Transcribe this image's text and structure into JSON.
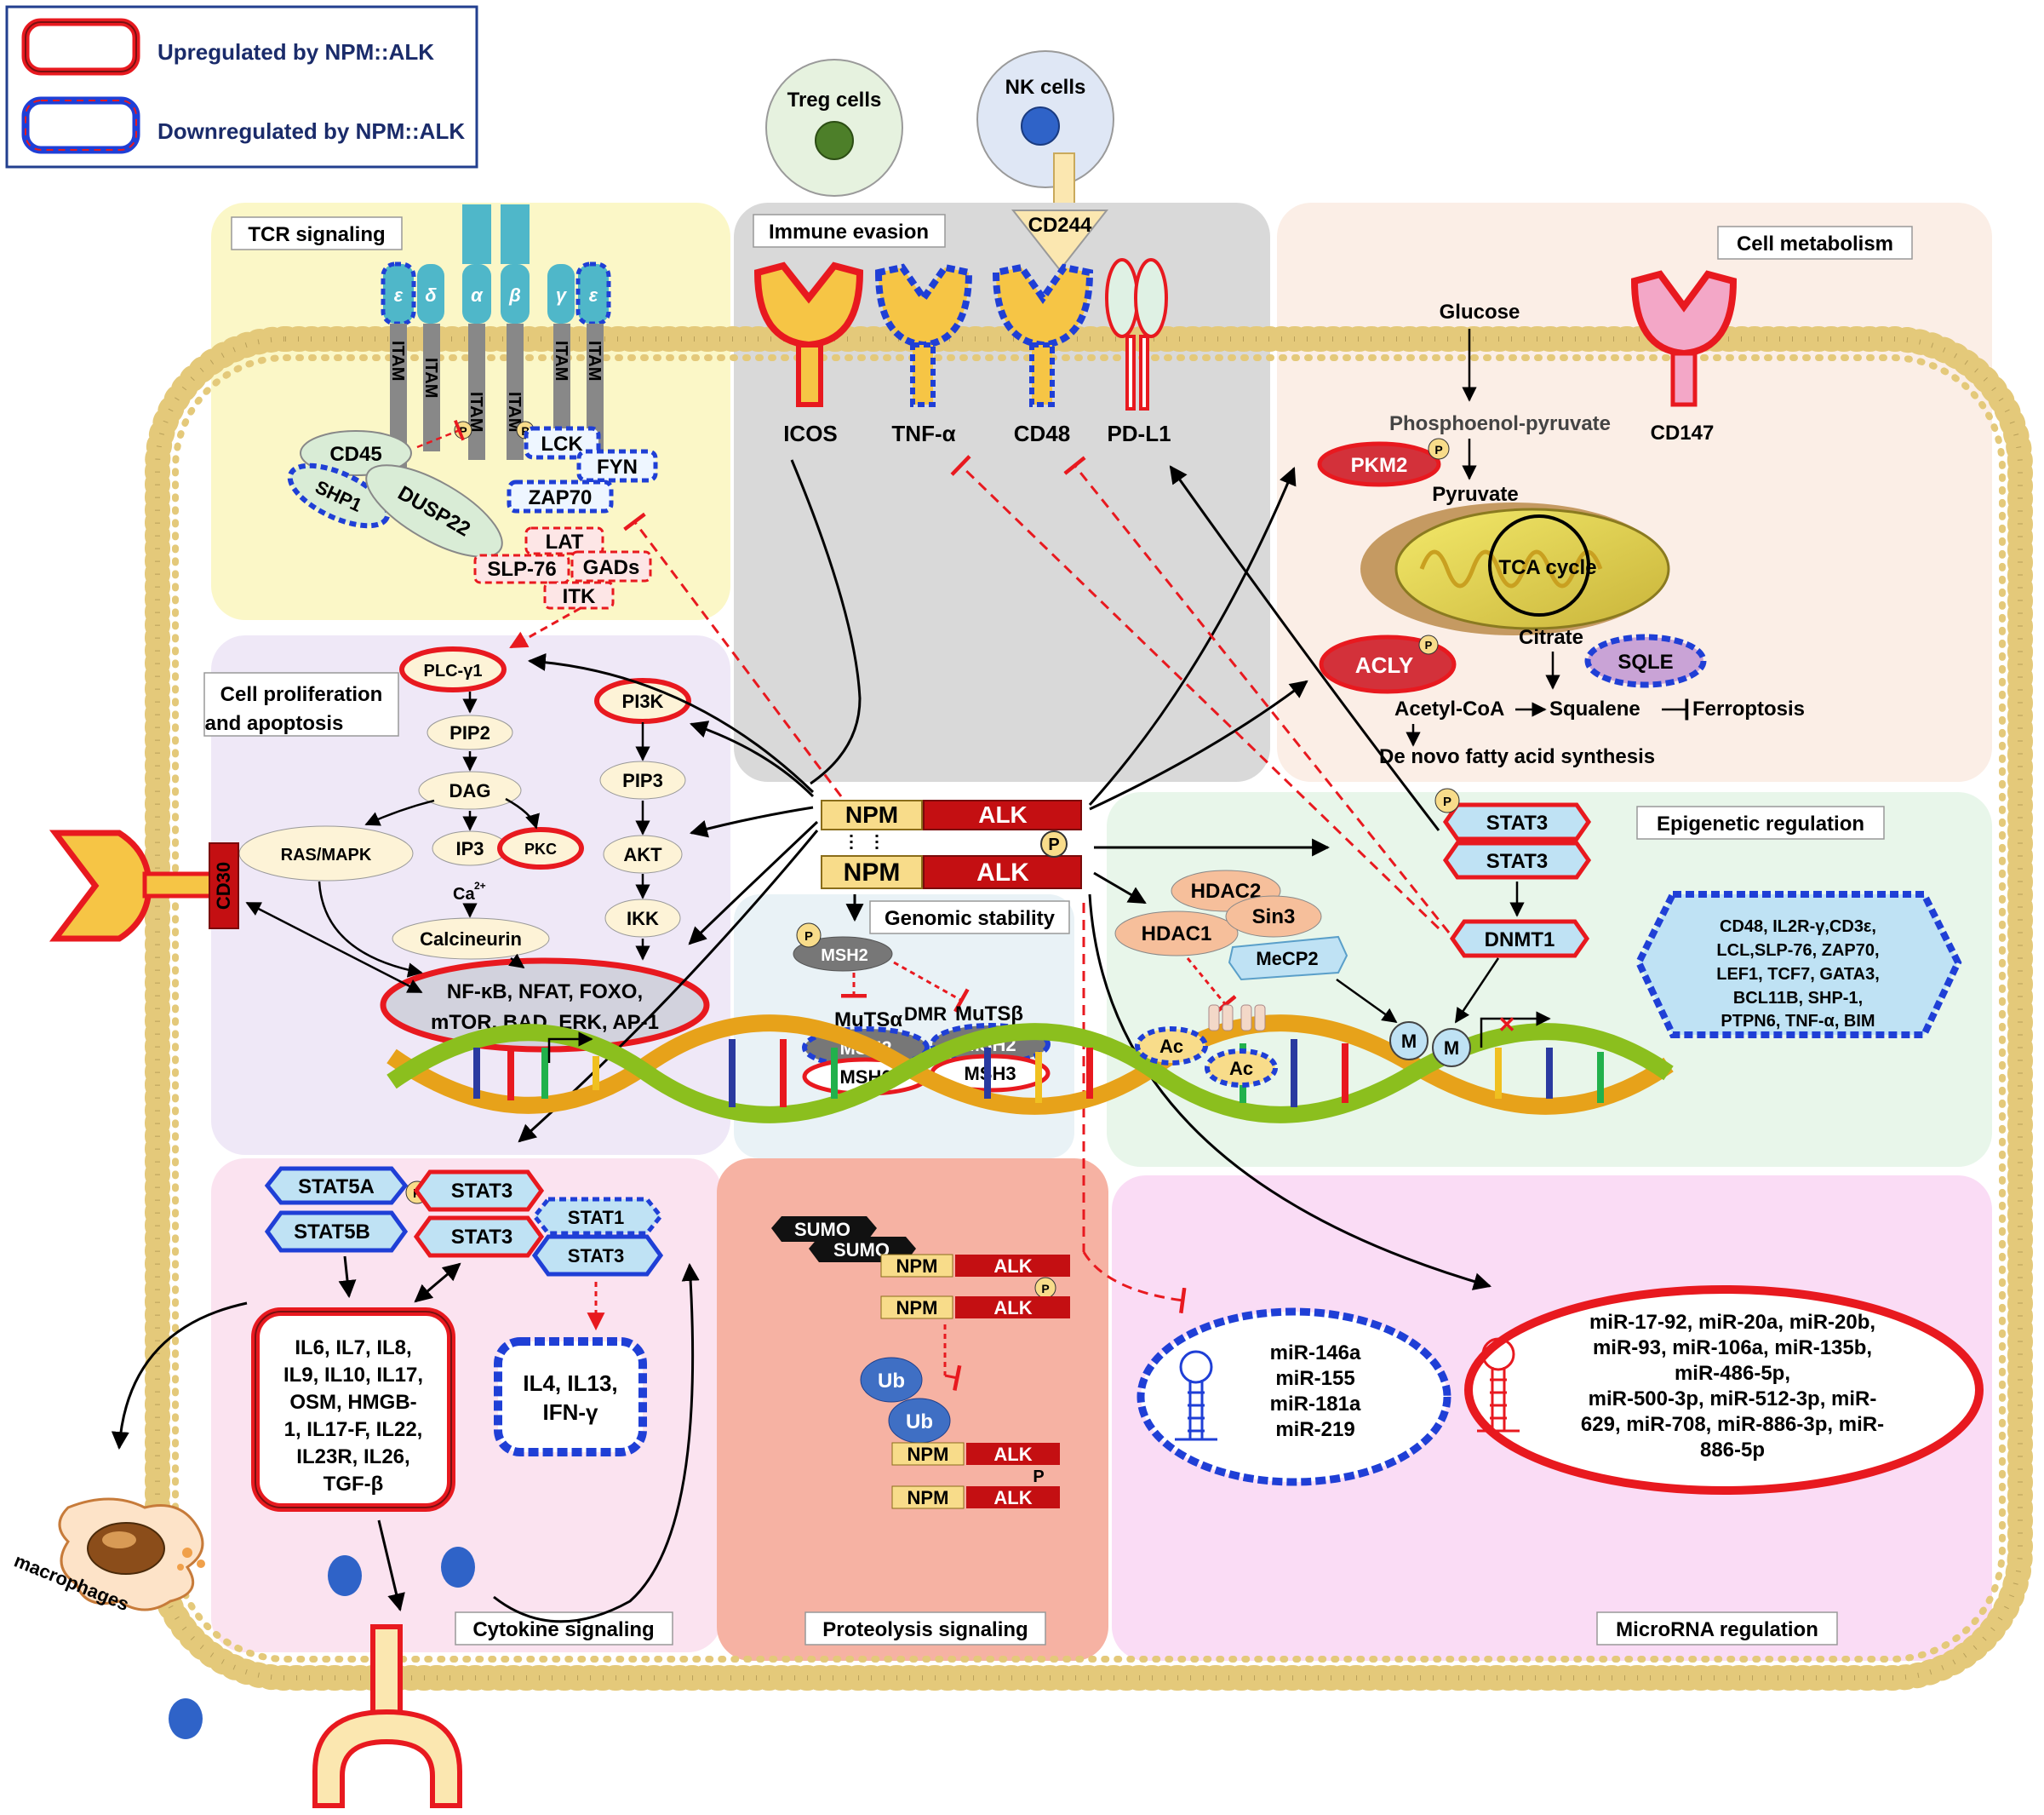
{
  "legend": {
    "up": "Upregulated by NPM::ALK",
    "down": "Downregulated by NPM::ALK"
  },
  "cells": {
    "treg": "Treg cells",
    "nk": "NK cells",
    "macrophages": "macrophages"
  },
  "panels": {
    "tcr": "TCR signaling",
    "immune": "Immune evasion",
    "metabolism": "Cell metabolism",
    "prolif_line1": "Cell proliferation",
    "prolif_line2": "and apoptosis",
    "genomic": "Genomic stability",
    "epigenetic": "Epigenetic regulation",
    "cytokine": "Cytokine signaling",
    "proteolysis": "Proteolysis signaling",
    "microrna": "MicroRNA regulation"
  },
  "tcr": {
    "chain_epsilon": "ε",
    "chain_delta": "δ",
    "chain_alpha": "α",
    "chain_beta": "β",
    "chain_gamma": "γ",
    "itam": "ITAM",
    "p": "P",
    "cd45": "CD45",
    "shp1": "SHP1",
    "dusp22": "DUSP22",
    "lck": "LCK",
    "fyn": "FYN",
    "zap70": "ZAP70",
    "lat": "LAT",
    "slp76": "SLP-76",
    "gads": "GADs",
    "itk": "ITK"
  },
  "immune": {
    "cd244": "CD244",
    "icos": "ICOS",
    "tnfa": "TNF-α",
    "cd48": "CD48",
    "pdl1": "PD-L1"
  },
  "metabolism": {
    "glucose": "Glucose",
    "pep": "Phosphoenol-pyruvate",
    "pkm2": "PKM2",
    "pyruvate": "Pyruvate",
    "tca": "TCA cycle",
    "citrate": "Citrate",
    "acly": "ACLY",
    "sqle": "SQLE",
    "acetyl": "Acetyl-CoA",
    "squalene": "Squalene",
    "ferroptosis": "Ferroptosis",
    "denovo": "De novo fatty acid synthesis",
    "cd147": "CD147",
    "p": "P"
  },
  "prolif": {
    "plcg1": "PLC-γ1",
    "pip2": "PIP2",
    "dag": "DAG",
    "rasmapk": "RAS/MAPK",
    "ip3": "IP3",
    "pkc": "PKC",
    "ca": "Ca",
    "ca_sup": "2+",
    "calcineurin": "Calcineurin",
    "pi3k": "PI3K",
    "pip3": "PIP3",
    "akt": "AKT",
    "ikk": "IKK",
    "tf_line1": "NF-κB, NFAT, FOXO,",
    "tf_line2": "mTOR, BAD, ERK, AP-1",
    "cd30": "CD30"
  },
  "core": {
    "npm": "NPM",
    "alk": "ALK",
    "p": "P"
  },
  "genomic": {
    "msh2": "MSH2",
    "mutsa": "MuTSα",
    "dmr": "DMR",
    "mutsb": "MuTSβ",
    "msh6": "MSH6",
    "msh3": "MSH3",
    "p": "P"
  },
  "epigenetic": {
    "stat3": "STAT3",
    "dnmt1": "DNMT1",
    "hdac2": "HDAC2",
    "hdac1": "HDAC1",
    "sin3": "Sin3",
    "mecp2": "MeCP2",
    "ac": "Ac",
    "m": "M",
    "x": "✕",
    "p": "P",
    "silenced_lines": [
      "CD48, IL2R-γ,CD3ε,",
      "LCL,SLP-76, ZAP70,",
      "LEF1, TCF7, GATA3,",
      "BCL11B, SHP-1,",
      "PTPN6, TNF-α, BIM"
    ]
  },
  "cytokine": {
    "stat5a": "STAT5A",
    "stat5b": "STAT5B",
    "stat3": "STAT3",
    "stat1": "STAT1",
    "p": "P",
    "up_lines": [
      "IL6, IL7, IL8,",
      "IL9, IL10, IL17,",
      "OSM, HMGB-",
      "1, IL17-F, IL22,",
      "IL23R, IL26,",
      "TGF-β"
    ],
    "down_lines": [
      "IL4, IL13,",
      "IFN-γ"
    ]
  },
  "proteolysis": {
    "sumo": "SUMO",
    "ub": "Ub",
    "npm": "NPM",
    "alk": "ALK",
    "p": "P"
  },
  "microrna": {
    "down_lines": [
      "miR-146a",
      "miR-155",
      "miR-181a",
      "miR-219"
    ],
    "up_lines": [
      "miR-17-92, miR-20a, miR-20b,",
      "miR-93, miR-106a, miR-135b,",
      "miR-486-5p,",
      "miR-500-3p, miR-512-3p, miR-",
      "629, miR-708, miR-886-3p, miR-",
      "886-5p"
    ]
  },
  "colors": {
    "up_border": "#e8191f",
    "down_border": "#1f3fd6",
    "tcr_bg": "#fbf7c7",
    "immune_bg": "#d9d9d9",
    "metab_bg": "#fbeee6",
    "prolif_bg": "#efe8f7",
    "epi_bg": "#e8f6ea",
    "genomic_bg": "#e9f2f6",
    "cytokine_bg": "#fbe3f0",
    "proteo_bg": "#f6b2a3",
    "mirna_bg": "#fadcf5",
    "alk_red": "#c40f12",
    "npm_yellow": "#f8dc8a",
    "stat_blue": "#bfe2f4",
    "membrane": "#e9d08a"
  }
}
